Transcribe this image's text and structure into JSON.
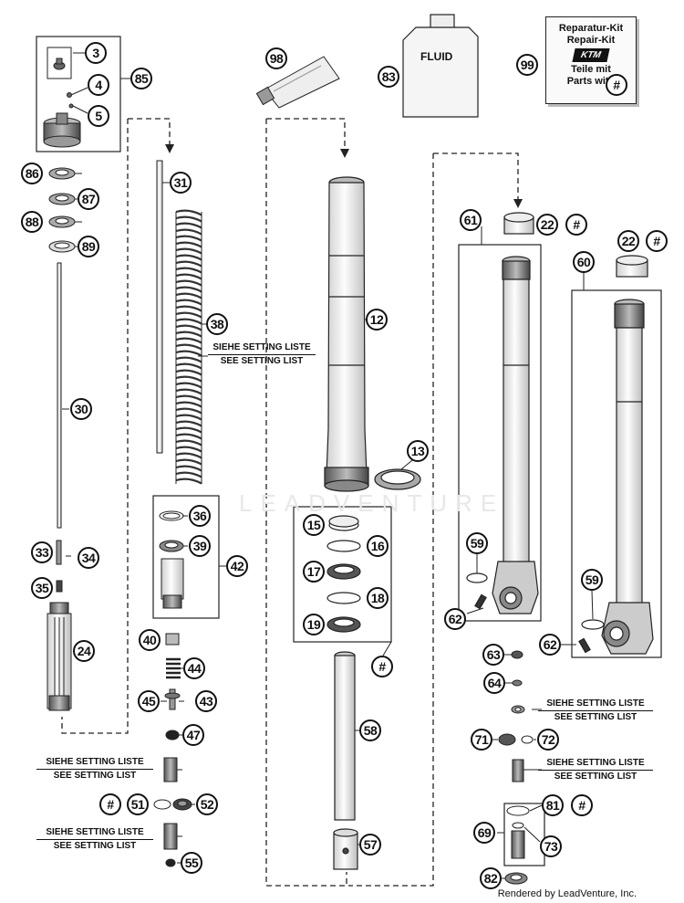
{
  "diagram": {
    "callouts": {
      "c3": "3",
      "c4": "4",
      "c5": "5",
      "c85": "85",
      "c86": "86",
      "c87": "87",
      "c88": "88",
      "c89": "89",
      "c30": "30",
      "c33": "33",
      "c34": "34",
      "c35": "35",
      "c24": "24",
      "c31": "31",
      "c38": "38",
      "c36": "36",
      "c39": "39",
      "c42": "42",
      "c40": "40",
      "c44": "44",
      "c45": "45",
      "c43": "43",
      "c47": "47",
      "c51": "51",
      "c52": "52",
      "c55": "55",
      "c98": "98",
      "c83": "83",
      "c99": "99",
      "c12": "12",
      "c13": "13",
      "c15": "15",
      "c16": "16",
      "c17": "17",
      "c18": "18",
      "c19": "19",
      "c58": "58",
      "c57": "57",
      "c61": "61",
      "c22a": "22",
      "c22b": "22",
      "c60": "60",
      "c59a": "59",
      "c59b": "59",
      "c62a": "62",
      "c62b": "62",
      "c63": "63",
      "c64": "64",
      "c71": "71",
      "c72": "72",
      "c81": "81",
      "c69": "69",
      "c73": "73",
      "c82": "82",
      "hash_a": "#",
      "hash_b": "#",
      "hash_c": "#",
      "hash_d": "#",
      "hash_e": "#",
      "hash_f": "#"
    },
    "setting_line1": "SIEHE SETTING LISTE",
    "setting_line2": "SEE SETTING LIST",
    "fluid_label": "FLUID",
    "kit": {
      "line1": "Reparatur-Kit",
      "line2": "Repair-Kit",
      "brand": "KTM",
      "line3": "Teile mit",
      "line4": "Parts with",
      "hash": "#"
    },
    "watermark": "LEADVENTURE",
    "footer": "Rendered by LeadVenture, Inc."
  }
}
